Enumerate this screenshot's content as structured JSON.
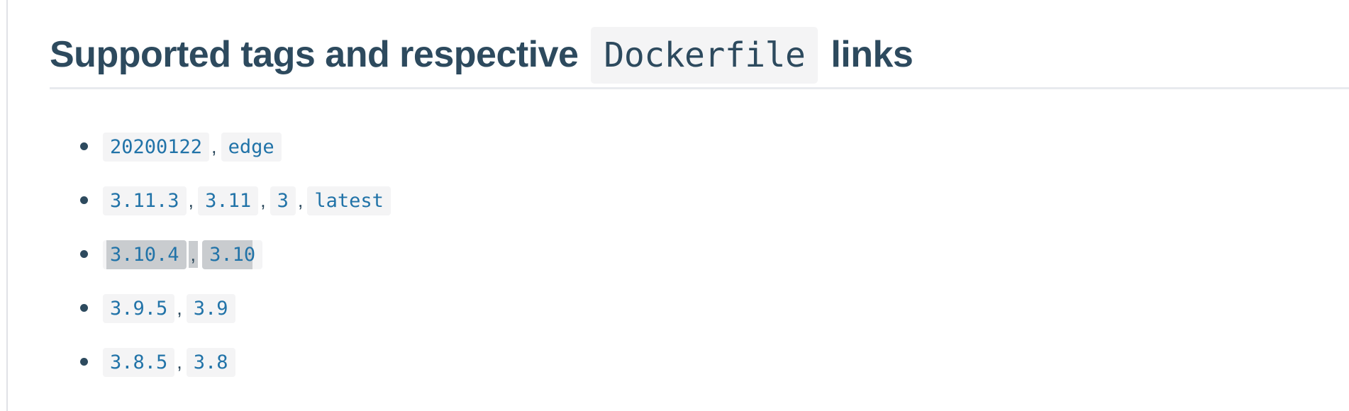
{
  "theme": {
    "text": "#2d4a5e",
    "link": "#2173a8",
    "chip-bg": "#f4f4f5",
    "selection": "#c9cccf",
    "rule": "#e8eaee",
    "page-border": "#e0e2e6",
    "page-bg": "#ffffff"
  },
  "heading": {
    "prefix": "Supported tags and respective ",
    "code": "Dockerfile",
    "suffix": " links"
  },
  "tag_list": {
    "separator": ",",
    "rows": [
      {
        "tags": [
          "20200122",
          "edge"
        ],
        "selected": false
      },
      {
        "tags": [
          "3.11.3",
          "3.11",
          "3",
          "latest"
        ],
        "selected": false
      },
      {
        "tags": [
          "3.10.4",
          "3.10"
        ],
        "selected": true
      },
      {
        "tags": [
          "3.9.5",
          "3.9"
        ],
        "selected": false
      },
      {
        "tags": [
          "3.8.5",
          "3.8"
        ],
        "selected": false
      }
    ]
  }
}
